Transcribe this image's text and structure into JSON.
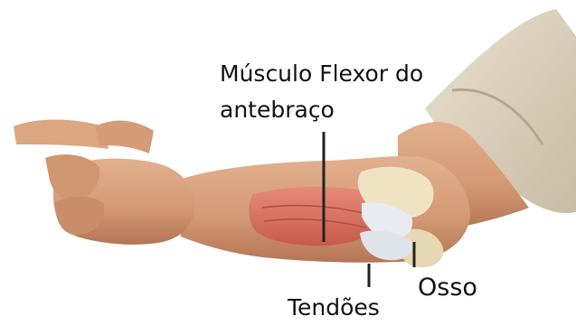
{
  "labels": {
    "flexor_line1": "Músculo Flexor do",
    "flexor_line2": "antebraço",
    "osso": "Osso",
    "tendoes": "Tendões"
  },
  "colors": {
    "skin": "#d9a07c",
    "skin_shadow": "#b97c5a",
    "muscle": "#d9705e",
    "tendon": "#e8ecf0",
    "bone": "#efe3c4",
    "sleeve": "#ddd2bd",
    "leader_line": "#222222"
  }
}
